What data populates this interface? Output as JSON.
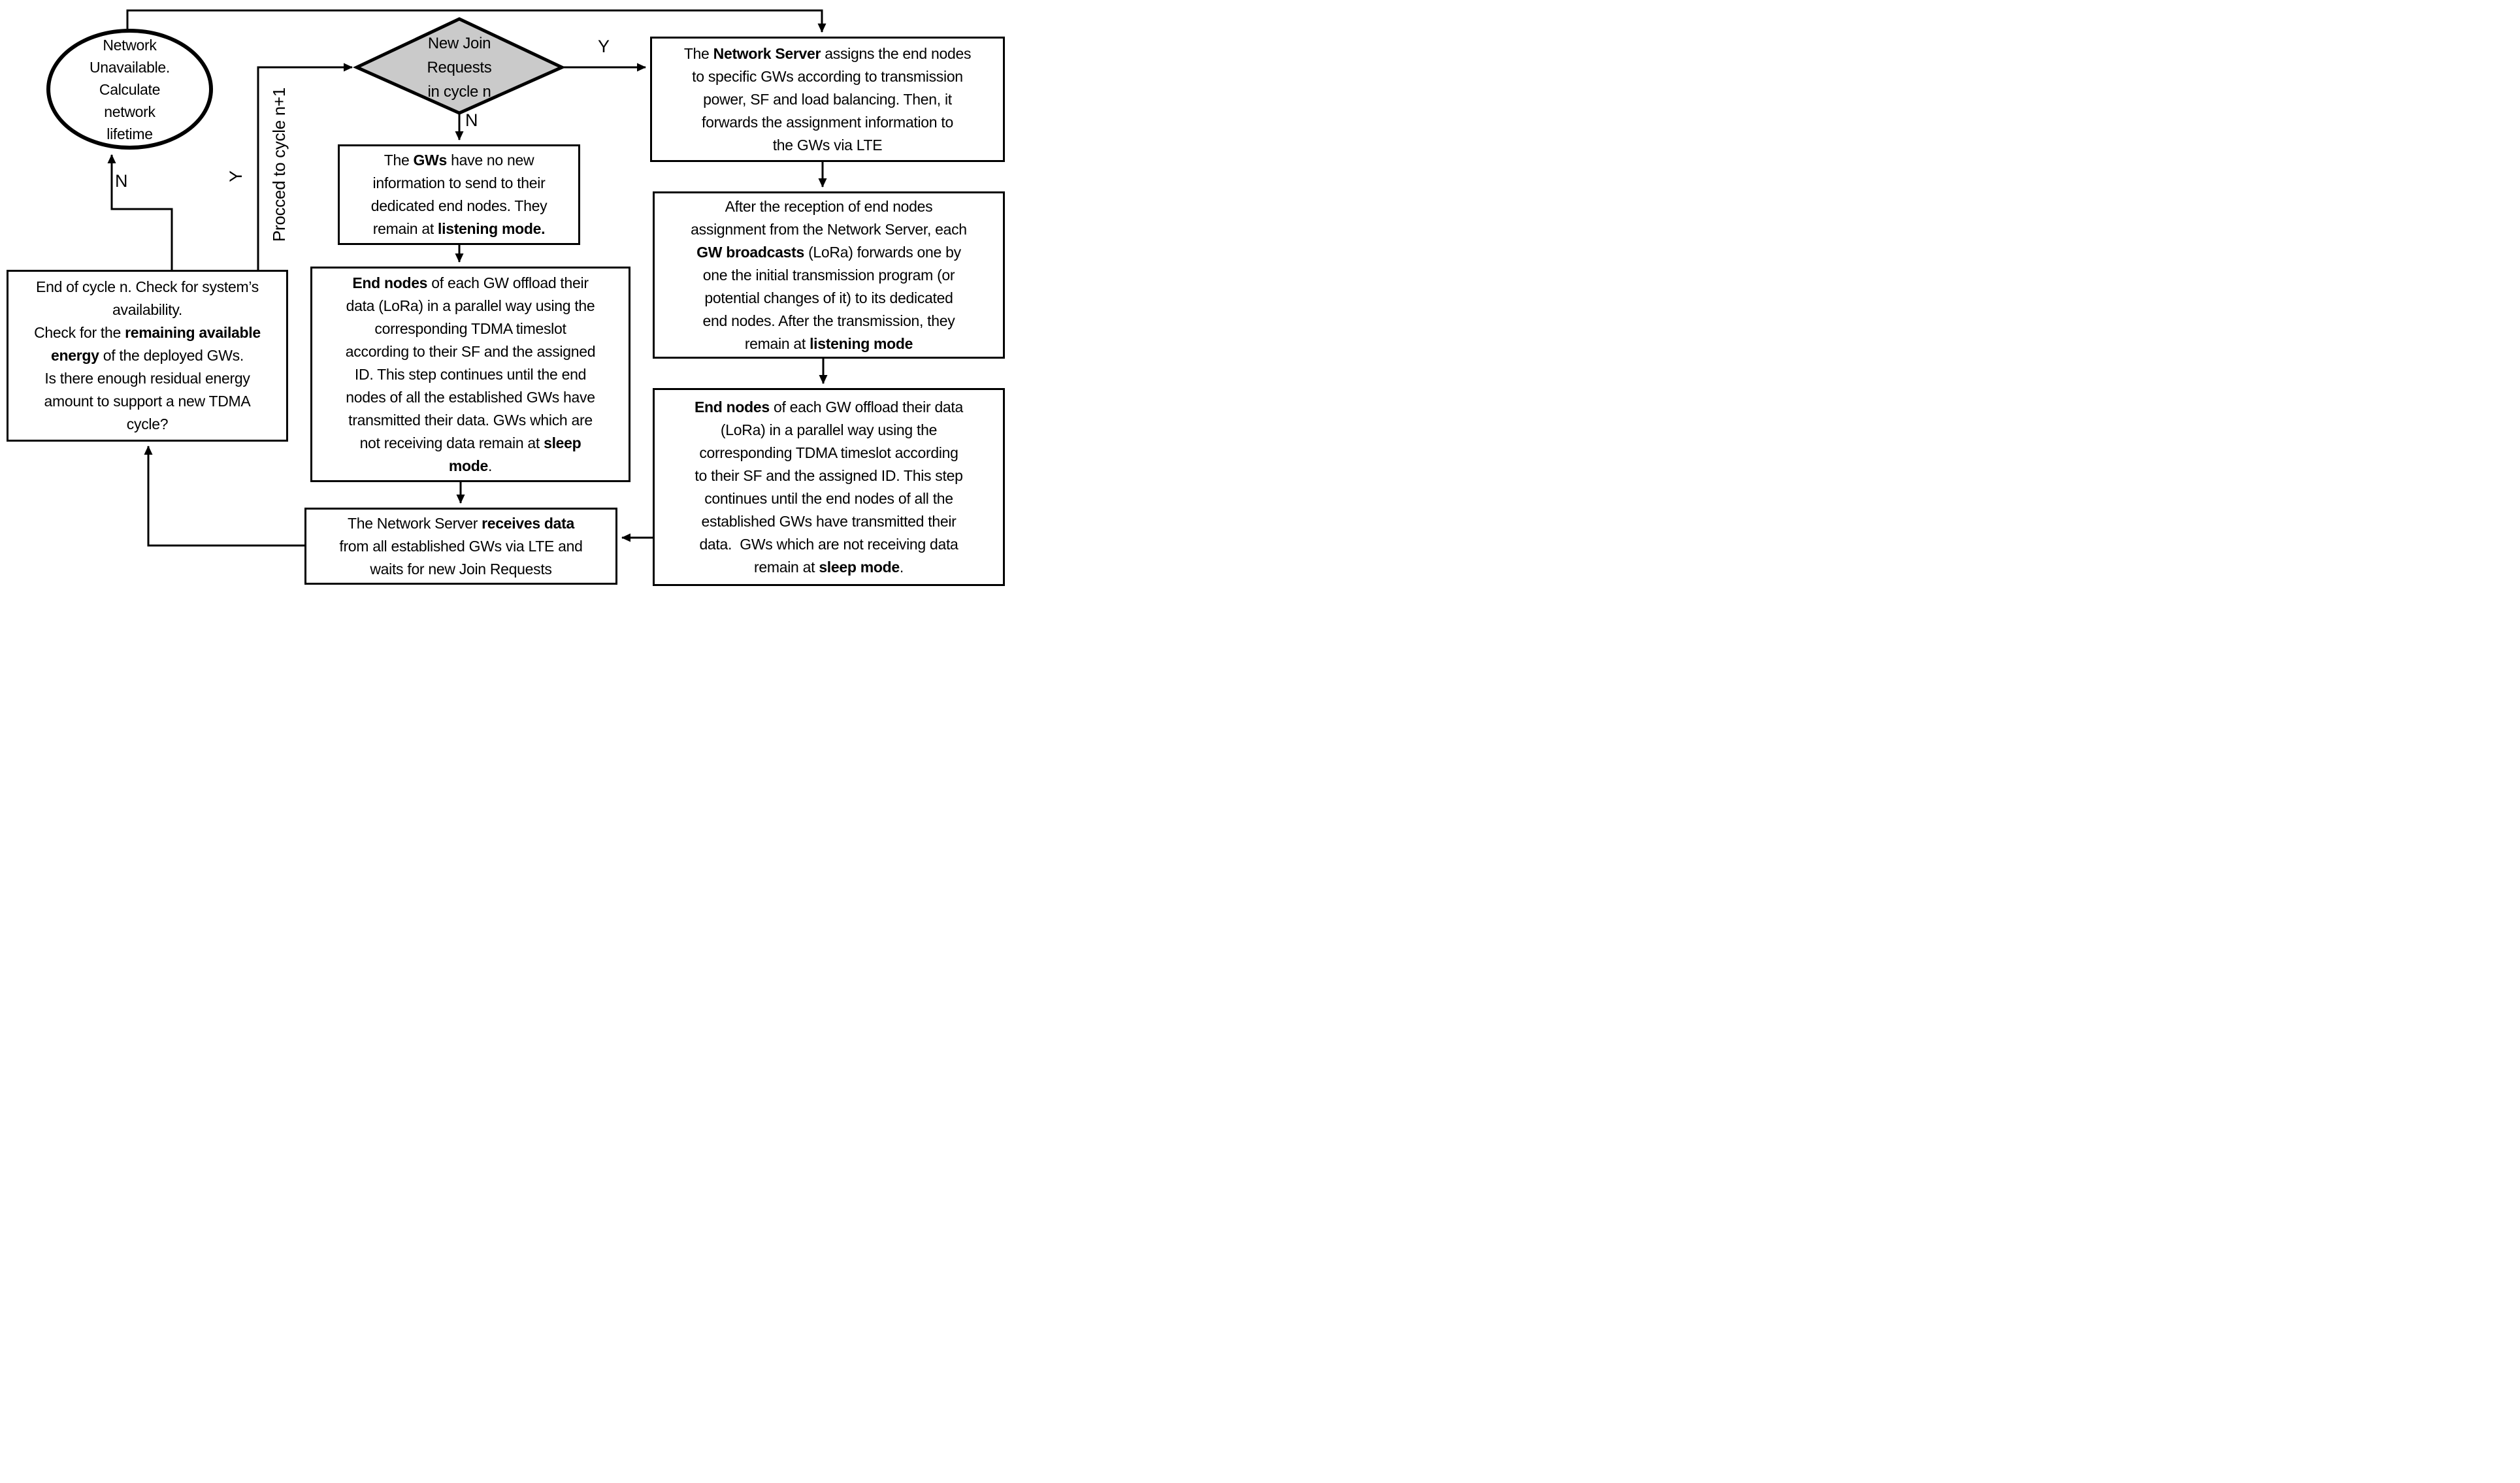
{
  "colors": {
    "diamond_fill": "#cacaca",
    "line": "#000000",
    "background": "#ffffff"
  },
  "labels": {
    "branch_yes_right": "Y",
    "branch_no_down": "N",
    "branch_yes_left": "Y",
    "branch_no_left": "N",
    "proceed_note": "Procced to cycle n+1"
  },
  "nodes": {
    "network_unavailable": {
      "shape": "ellipse",
      "lines": [
        [
          {
            "t": "Network"
          }
        ],
        [
          {
            "t": "Unavailable."
          }
        ],
        [
          {
            "t": "Calculate"
          }
        ],
        [
          {
            "t": "network"
          }
        ],
        [
          {
            "t": "lifetime"
          }
        ]
      ]
    },
    "new_join_requests": {
      "shape": "diamond",
      "lines": [
        [
          {
            "t": "New Join"
          }
        ],
        [
          {
            "t": "Requests"
          }
        ],
        [
          {
            "t": "in cycle n"
          }
        ]
      ]
    },
    "ns_assigns": {
      "shape": "rect",
      "lines": [
        [
          {
            "t": "The "
          },
          {
            "t": "Network Server",
            "b": true
          },
          {
            "t": " assigns the end nodes"
          }
        ],
        [
          {
            "t": "to specific GWs according to transmission"
          }
        ],
        [
          {
            "t": "power, SF and load balancing. Then, it"
          }
        ],
        [
          {
            "t": "forwards the assignment information to"
          }
        ],
        [
          {
            "t": "the GWs via LTE"
          }
        ]
      ]
    },
    "gw_broadcasts": {
      "shape": "rect",
      "lines": [
        [
          {
            "t": "After the reception of end nodes"
          }
        ],
        [
          {
            "t": "assignment from the Network Server, each"
          }
        ],
        [
          {
            "t": "GW broadcasts",
            "b": true
          },
          {
            "t": " (LoRa) forwards one by"
          }
        ],
        [
          {
            "t": "one the initial transmission program (or"
          }
        ],
        [
          {
            "t": "potential changes of it) to its dedicated"
          }
        ],
        [
          {
            "t": "end nodes. After the transmission, they"
          }
        ],
        [
          {
            "t": "remain at "
          },
          {
            "t": "listening mode",
            "b": true
          }
        ]
      ]
    },
    "end_nodes_offload_right": {
      "shape": "rect",
      "lines": [
        [
          {
            "t": "End nodes",
            "b": true
          },
          {
            "t": " of each GW offload their data"
          }
        ],
        [
          {
            "t": "(LoRa) in a parallel way using the"
          }
        ],
        [
          {
            "t": "corresponding TDMA timeslot according"
          }
        ],
        [
          {
            "t": "to their SF and the assigned ID. This step"
          }
        ],
        [
          {
            "t": "continues until the end nodes of all the"
          }
        ],
        [
          {
            "t": "established GWs have transmitted their"
          }
        ],
        [
          {
            "t": "data.  GWs which are not receiving data"
          }
        ],
        [
          {
            "t": "remain at "
          },
          {
            "t": "sleep mode",
            "b": true
          },
          {
            "t": "."
          }
        ]
      ]
    },
    "gws_listening": {
      "shape": "rect",
      "lines": [
        [
          {
            "t": "The "
          },
          {
            "t": "GWs",
            "b": true
          },
          {
            "t": " have no new"
          }
        ],
        [
          {
            "t": "information to send to their"
          }
        ],
        [
          {
            "t": "dedicated end nodes. They"
          }
        ],
        [
          {
            "t": "remain at "
          },
          {
            "t": "listening mode.",
            "b": true
          }
        ]
      ]
    },
    "end_nodes_offload_mid": {
      "shape": "rect",
      "lines": [
        [
          {
            "t": "End nodes",
            "b": true
          },
          {
            "t": " of each GW offload their"
          }
        ],
        [
          {
            "t": "data (LoRa) in a parallel way using the"
          }
        ],
        [
          {
            "t": "corresponding TDMA timeslot"
          }
        ],
        [
          {
            "t": "according to their SF and the assigned"
          }
        ],
        [
          {
            "t": "ID. This step continues until the end"
          }
        ],
        [
          {
            "t": "nodes of all the established GWs have"
          }
        ],
        [
          {
            "t": "transmitted their data. GWs which are"
          }
        ],
        [
          {
            "t": "not receiving data remain at "
          },
          {
            "t": "sleep",
            "b": true
          }
        ],
        [
          {
            "t": "mode",
            "b": true
          },
          {
            "t": "."
          }
        ]
      ]
    },
    "ns_receives": {
      "shape": "rect",
      "lines": [
        [
          {
            "t": "The Network Server "
          },
          {
            "t": "receives data",
            "b": true
          }
        ],
        [
          {
            "t": "from all established GWs via LTE and"
          }
        ],
        [
          {
            "t": "waits for new Join Requests"
          }
        ]
      ]
    },
    "end_of_cycle_check": {
      "shape": "rect",
      "lines": [
        [
          {
            "t": "End of cycle n. Check for system’s"
          }
        ],
        [
          {
            "t": "availability."
          }
        ],
        [
          {
            "t": "Check for the "
          },
          {
            "t": "remaining available",
            "b": true
          }
        ],
        [
          {
            "t": "energy",
            "b": true
          },
          {
            "t": " of the deployed GWs."
          }
        ],
        [
          {
            "t": "Is there enough residual energy"
          }
        ],
        [
          {
            "t": "amount to support a new TDMA"
          }
        ],
        [
          {
            "t": "cycle?"
          }
        ]
      ]
    }
  }
}
